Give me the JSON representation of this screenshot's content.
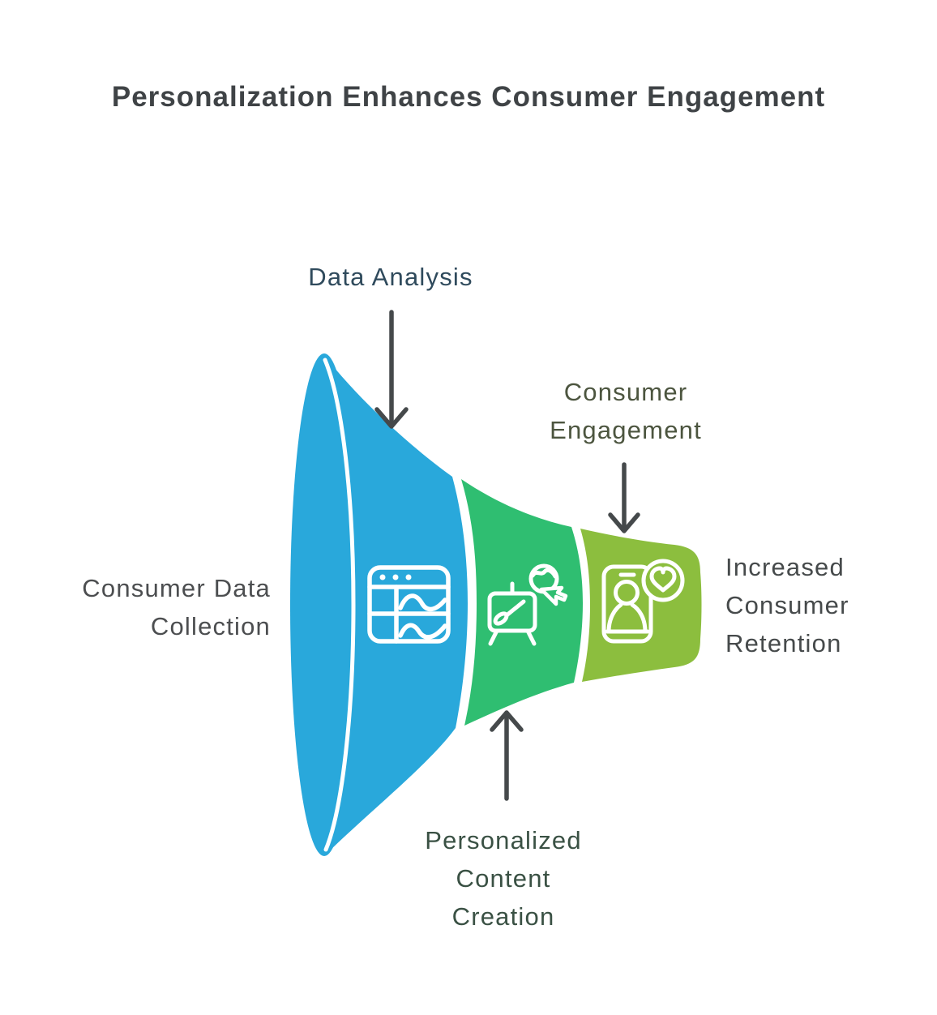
{
  "background": "#FFFFFF",
  "title": {
    "text": "Personalization Enhances Consumer Engagement",
    "color": "#3F4346"
  },
  "diagram": {
    "type": "horizontal-funnel",
    "stages": [
      {
        "name": "Consumer Data Collection",
        "color": "#29A8DB",
        "icon": "analytics-browser-icon"
      },
      {
        "name": "Personalized Content Creation",
        "color": "#2FBE71",
        "icon": "content-creation-easel-icon"
      },
      {
        "name": "Consumer Engagement",
        "color": "#8CBE3E",
        "icon": "phone-heart-icon"
      }
    ],
    "outcome": "Increased Consumer Retention",
    "separator_color": "#FFFFFF",
    "icon_color": "#FFFFFF"
  },
  "labels": {
    "data_analysis": {
      "lines": [
        "Data Analysis"
      ],
      "color": "#2F4A5C"
    },
    "consumer_engagement": {
      "lines": [
        "Consumer",
        "Engagement"
      ],
      "color": "#4C553F"
    },
    "consumer_data_collection": {
      "lines": [
        "Consumer Data",
        "Collection"
      ],
      "color": "#4C4E50"
    },
    "increased_consumer_retention": {
      "lines": [
        "Increased",
        "Consumer",
        "Retention"
      ],
      "color": "#464A4B"
    },
    "personalized_content_creation": {
      "lines": [
        "Personalized",
        "Content",
        "Creation"
      ],
      "color": "#3A5144"
    }
  },
  "arrows": {
    "color": "#45494B"
  }
}
